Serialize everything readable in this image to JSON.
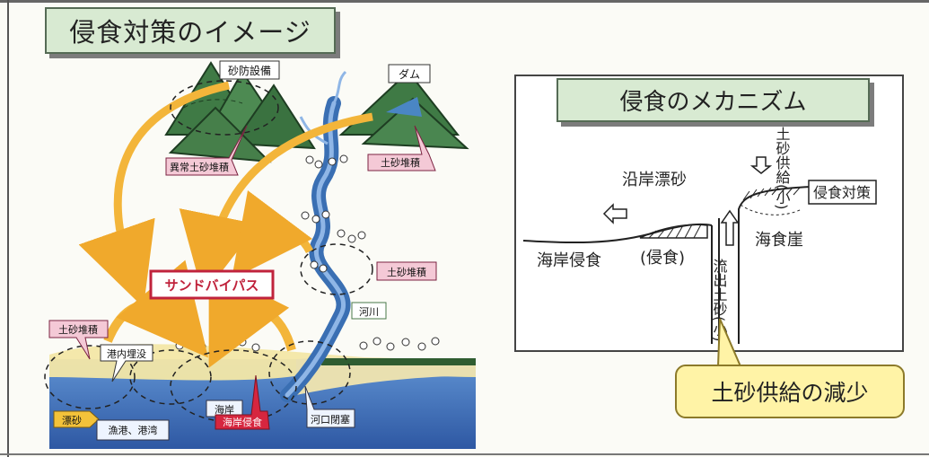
{
  "left": {
    "title": "侵食対策のイメージ",
    "labels": {
      "sabo": "砂防設備",
      "dam": "ダム",
      "abnormal_sediment": "異常土砂堆積",
      "sediment_mountain": "土砂堆積",
      "sediment_river": "土砂堆積",
      "sand_bypass": "サンドバイパス",
      "river": "河川",
      "sediment_harbor": "土砂堆積",
      "harbor_dredge": "港内埋没",
      "drift_sand": "漂砂",
      "fishing_port": "漁港、港湾",
      "coast": "海岸",
      "coastal_erosion": "海岸侵食",
      "river_mouth": "河口閉塞"
    }
  },
  "right": {
    "title": "侵食のメカニズム",
    "labels": {
      "longshore": "沿岸漂砂",
      "coastal_erosion": "海岸侵食",
      "erosion_paren": "(侵食)",
      "outflow_sediment": "流出土砂(小)",
      "sediment_supply": "土砂供給(小)",
      "sea_cliff": "海食崖",
      "erosion_measure": "侵食対策"
    },
    "callout": "土砂供給の減少"
  },
  "colors": {
    "panel_green": "#d8ead2",
    "mountain": "#3f7a45",
    "river": "#3a6fb3",
    "sea": "#3b6db0",
    "beach": "#f3e7a6",
    "arrow": "#f3b53a",
    "callout": "#fff3a6",
    "label_red": "#c0233c"
  }
}
